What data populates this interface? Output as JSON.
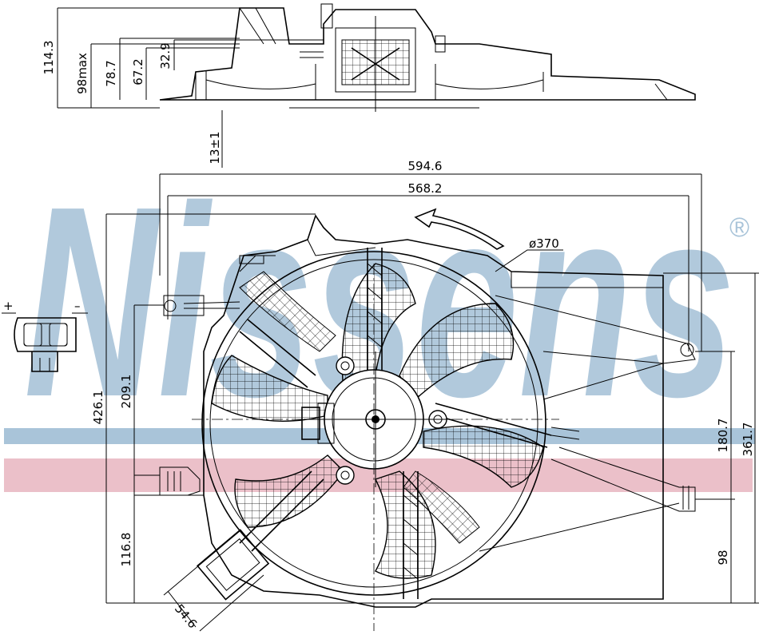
{
  "brand": {
    "name": "Nissens",
    "registered_mark": "®",
    "color": "#a9c4d9"
  },
  "band_colors": {
    "blue": "#a9c4d9",
    "pink": "#e8b5c0"
  },
  "connector": {
    "plus": "+",
    "minus": "–"
  },
  "dimensions": {
    "side_total_height": "114.3",
    "side_max": "98max",
    "side_78": "78.7",
    "side_67": "67.2",
    "side_32": "32.9",
    "offset": "13±1",
    "width_outer": "594.6",
    "width_inner": "568.2",
    "fan_diameter": "ø370",
    "height_total": "426.1",
    "height_mid": "209.1",
    "height_low": "116.8",
    "right_180": "180.7",
    "right_361": "361.7",
    "right_98": "98",
    "tab_size": "54.6"
  }
}
